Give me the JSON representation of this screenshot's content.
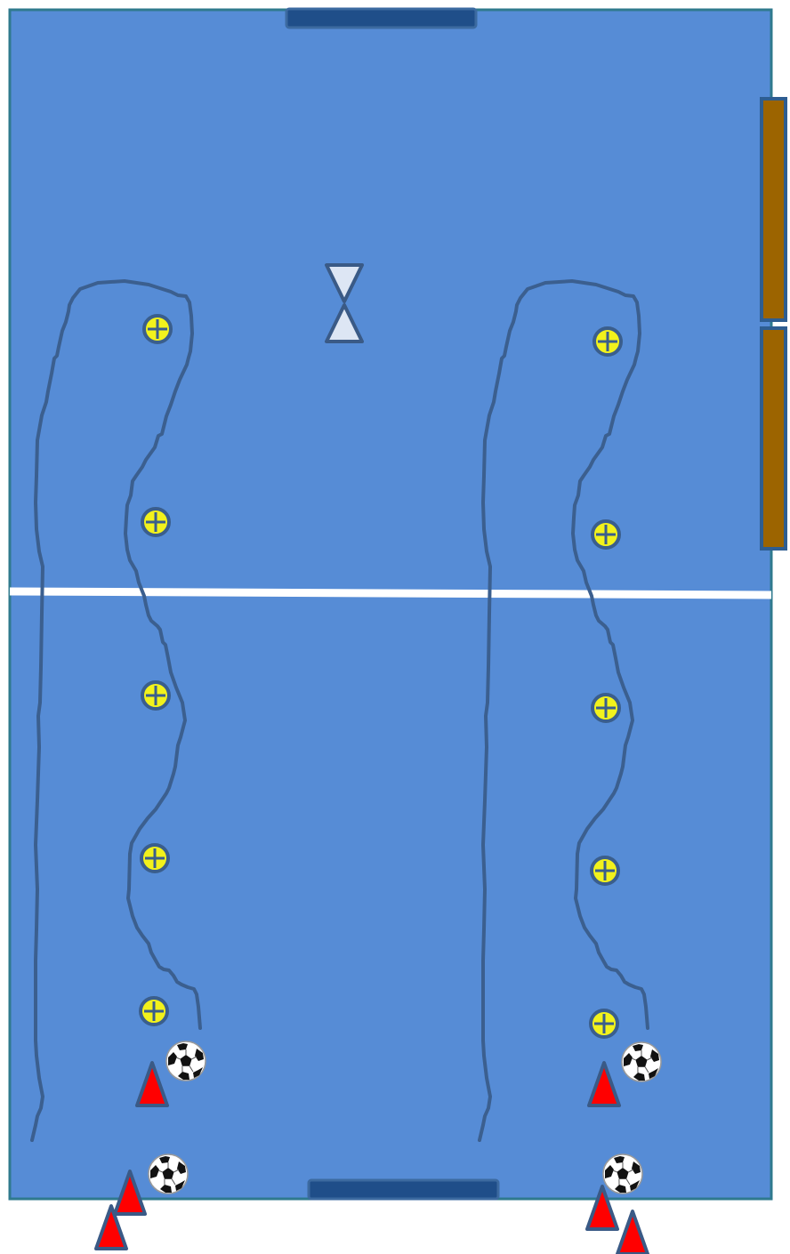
{
  "colors": {
    "pitch": "#568cd6",
    "pitch_border": "#2f7a8e",
    "goal": "#1f4e89",
    "goal_border": "#3c6aa0",
    "bench": "#9c6400",
    "bench_border": "#2e5d91",
    "midline": "#ffffff",
    "path": "#3b5f8f",
    "marker_fill": "#f2f21c",
    "marker_border": "#3a5e8c",
    "cone": "#ff0000",
    "cone_border": "#3a5a86",
    "timer_fill": "#dde6f4",
    "timer_border": "#3a5a86"
  },
  "icons": {
    "goal": "goal-icon",
    "bench": "substitution-bench-icon",
    "marker": "flat-marker-icon",
    "cone": "cone-icon",
    "ball": "soccer-ball-icon",
    "timer": "hourglass-icon",
    "path": "dribble-path"
  },
  "drill": {
    "groups": 2,
    "markers_per_group": 5,
    "balls_per_group": 2,
    "cones_per_group": 3
  }
}
